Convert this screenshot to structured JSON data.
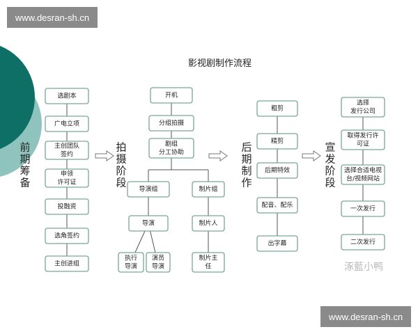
{
  "watermark_top": "www.desran-sh.cn",
  "watermark_bottom": "www.desran-sh.cn",
  "title": "影视剧制作流程",
  "logo_text": "涿藍小鸭",
  "colors": {
    "teal_dark": "#0e6f66",
    "teal_light": "#8fc3bd",
    "box_border": "#7aa49a"
  },
  "stages": {
    "pre": [
      "前",
      "期",
      "筹",
      "备"
    ],
    "shoot": [
      "拍",
      "摄",
      "阶",
      "段"
    ],
    "post": [
      "后",
      "期",
      "制",
      "作"
    ],
    "promo": [
      "宣",
      "发",
      "阶",
      "段"
    ]
  },
  "pre_items": [
    [
      "选剧本"
    ],
    [
      "广电立项"
    ],
    [
      "主创团队",
      "签约"
    ],
    [
      "申领",
      "许可证"
    ],
    [
      "投融资"
    ],
    [
      "选角签约"
    ],
    [
      "主创进组"
    ]
  ],
  "shoot_items": {
    "kaiji": [
      "开机"
    ],
    "fenzu": [
      "分组拍摄"
    ],
    "juzu": [
      "剧组",
      "分工协助"
    ],
    "daoyanzu": [
      "导演组"
    ],
    "zhipianzu": [
      "制片组"
    ],
    "daoyan": [
      "导演"
    ],
    "zhipianren": [
      "制片人"
    ],
    "zhixing": [
      "执行",
      "导演"
    ],
    "yanyuan": [
      "演员",
      "导演"
    ],
    "zhipianzhuren": [
      "制片主",
      "任"
    ]
  },
  "post_items": [
    [
      "粗剪"
    ],
    [
      "精剪"
    ],
    [
      "后期特效"
    ],
    [
      "配音、配乐"
    ],
    [
      "出字幕"
    ]
  ],
  "promo_items": [
    [
      "选择",
      "发行公司"
    ],
    [
      "取得发行许",
      "可证"
    ],
    [
      "选择合适电视",
      "台/视频网站"
    ],
    [
      "一次发行"
    ],
    [
      "二次发行"
    ]
  ]
}
